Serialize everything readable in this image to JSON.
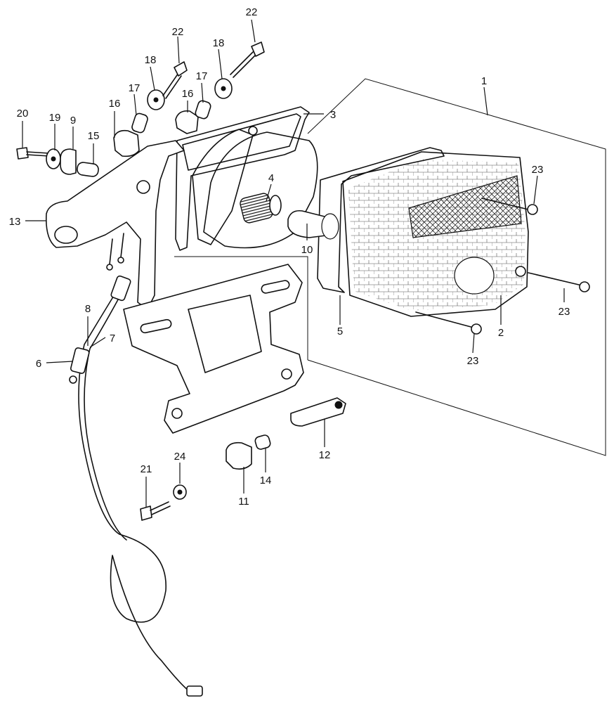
{
  "callouts": [
    {
      "id": "1",
      "label": "1"
    },
    {
      "id": "2",
      "label": "2"
    },
    {
      "id": "3",
      "label": "3"
    },
    {
      "id": "4",
      "label": "4"
    },
    {
      "id": "5",
      "label": "5"
    },
    {
      "id": "6",
      "label": "6"
    },
    {
      "id": "7",
      "label": "7"
    },
    {
      "id": "8",
      "label": "8"
    },
    {
      "id": "9",
      "label": "9"
    },
    {
      "id": "10",
      "label": "10"
    },
    {
      "id": "11",
      "label": "11"
    },
    {
      "id": "12",
      "label": "12"
    },
    {
      "id": "13",
      "label": "13"
    },
    {
      "id": "14",
      "label": "14"
    },
    {
      "id": "15",
      "label": "15"
    },
    {
      "id": "16a",
      "label": "16"
    },
    {
      "id": "16b",
      "label": "16"
    },
    {
      "id": "17a",
      "label": "17"
    },
    {
      "id": "17b",
      "label": "17"
    },
    {
      "id": "18a",
      "label": "18"
    },
    {
      "id": "18b",
      "label": "18"
    },
    {
      "id": "19",
      "label": "19"
    },
    {
      "id": "20",
      "label": "20"
    },
    {
      "id": "21",
      "label": "21"
    },
    {
      "id": "22a",
      "label": "22"
    },
    {
      "id": "22b",
      "label": "22"
    },
    {
      "id": "23a",
      "label": "23"
    },
    {
      "id": "23b",
      "label": "23"
    },
    {
      "id": "23c",
      "label": "23"
    },
    {
      "id": "24",
      "label": "24"
    }
  ]
}
